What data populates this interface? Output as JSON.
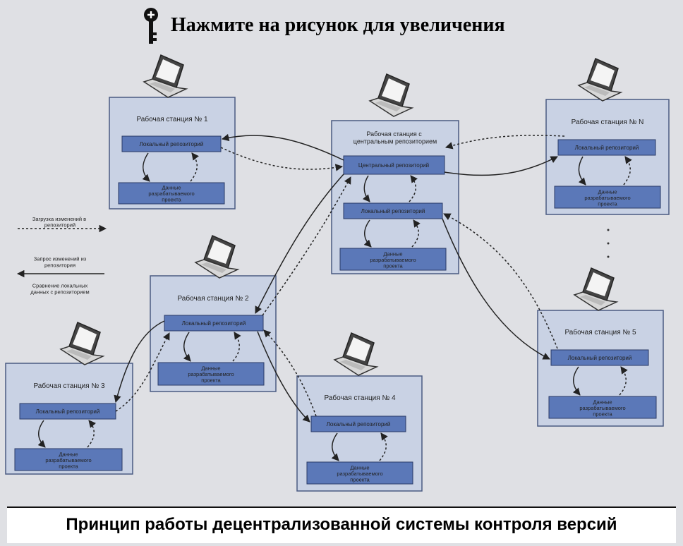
{
  "header": {
    "zoom_hint": "Нажмите на рисунок для увеличения",
    "icon": "zoom-key-icon"
  },
  "footer": {
    "caption": "Принцип работы децентрализованной системы контроля версий"
  },
  "legend": {
    "upload": "Загрузка изменений в репозиторий",
    "request": "Запрос изменений из репозитория",
    "compare": "Сравнение локальных данных с репозиторием"
  },
  "stations": {
    "s1": {
      "title": "Рабочая станция № 1",
      "repo": "Локальный репозиторий",
      "data": "Данные разрабатываемого проекта"
    },
    "center": {
      "title": "Рабочая станция с центральным репозиторием",
      "central": "Центральный репозиторий",
      "repo": "Локальный репозиторий",
      "data": "Данные разрабатываемого проекта"
    },
    "sN": {
      "title": "Рабочая станция № N",
      "repo": "Локальный репозиторий",
      "data": "Данные разрабатываемого проекта"
    },
    "s2": {
      "title": "Рабочая станция № 2",
      "repo": "Локальный репозиторий",
      "data": "Данные разрабатываемого проекта"
    },
    "s3": {
      "title": "Рабочая станция № 3",
      "repo": "Локальный репозиторий",
      "data": "Данные разрабатываемого проекта"
    },
    "s4": {
      "title": "Рабочая станция № 4",
      "repo": "Локальный репозиторий",
      "data": "Данные разрабатываемого проекта"
    },
    "s5": {
      "title": "Рабочая станция № 5",
      "repo": "Локальный репозиторий",
      "data": "Данные разрабатываемого проекта"
    }
  },
  "colors": {
    "panel": "#c9d2e4",
    "box": "#5b78b8",
    "line": "#222222",
    "background": "#dfe0e4"
  }
}
